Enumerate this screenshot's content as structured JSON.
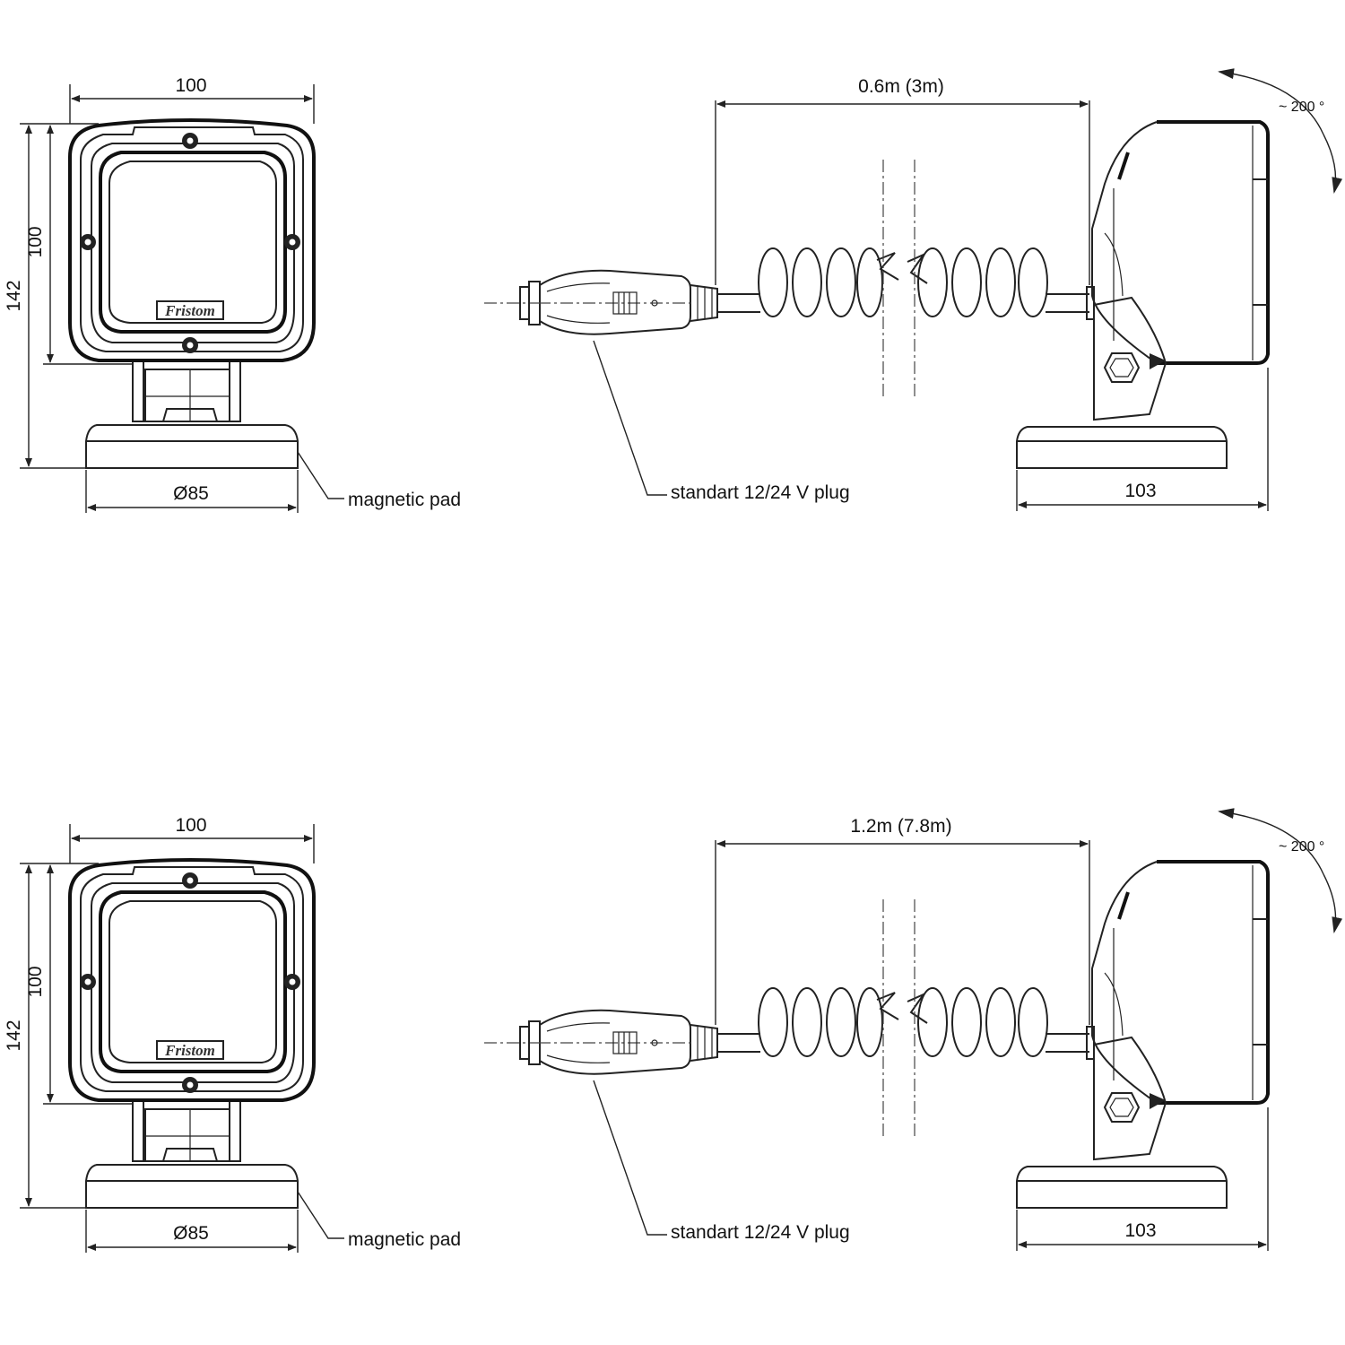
{
  "drawing_1": {
    "dim_width": "100",
    "dim_total_height": "142",
    "dim_head_height": "100",
    "dim_base_diameter": "Ø85",
    "magnetic_pad_label": "magnetic pad",
    "cable_length": "0.6m (3m)",
    "rotation": "~ 200 °",
    "plug_label": "standart 12/24 V plug",
    "side_depth": "103",
    "brand": "Fristom"
  },
  "drawing_2": {
    "dim_width": "100",
    "dim_total_height": "142",
    "dim_head_height": "100",
    "dim_base_diameter": "Ø85",
    "magnetic_pad_label": "magnetic pad",
    "cable_length": "1.2m (7.8m)",
    "rotation": "~ 200 °",
    "plug_label": "standart 12/24 V plug",
    "side_depth": "103",
    "brand": "Fristom"
  }
}
